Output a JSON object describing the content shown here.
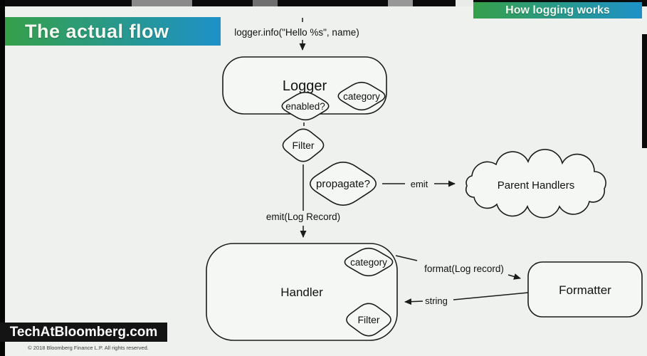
{
  "banner": {
    "title": "The actual flow",
    "topright": "How logging works"
  },
  "footer": {
    "site": "TechAtBloomberg.com",
    "copyright": "© 2018 Bloomberg Finance L.P.  All rights reserved."
  },
  "diagram": {
    "call": "logger.info(\"Hello %s\", name)",
    "logger_label": "Logger",
    "enabled_label": "enabled?",
    "logger_category_label": "category",
    "filter_label": "Filter",
    "propagate_label": "propagate?",
    "emit_label": "emit",
    "parent_handlers_label": "Parent Handlers",
    "emit_record_label": "emit(Log Record)",
    "handler_label": "Handler",
    "handler_category_label": "category",
    "handler_filter_label": "Filter",
    "format_label": "format(Log record)",
    "string_label": "string",
    "formatter_label": "Formatter"
  },
  "colors": {
    "background": "#eff1ee",
    "banner_green": "#35a04a",
    "banner_blue": "#1d91c8",
    "ink": "#1b1b1b"
  }
}
